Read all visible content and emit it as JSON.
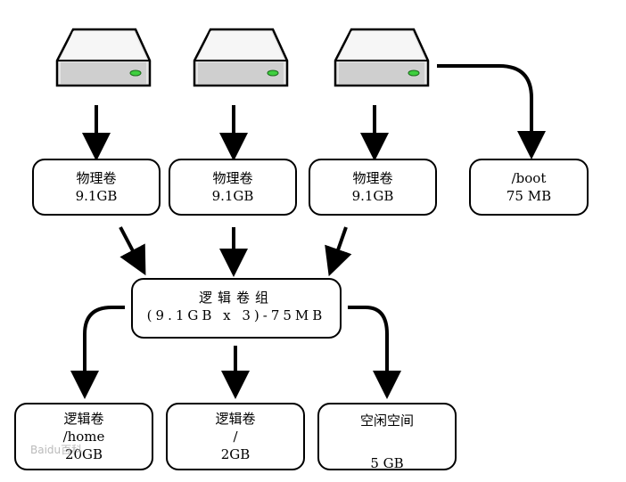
{
  "physical_volumes": [
    {
      "name": "物理卷",
      "size": "9.1GB",
      "icon": "hard-disk-icon"
    },
    {
      "name": "物理卷",
      "size": "9.1GB",
      "icon": "hard-disk-icon"
    },
    {
      "name": "物理卷",
      "size": "9.1GB",
      "icon": "hard-disk-icon"
    }
  ],
  "boot": {
    "mount": "/boot",
    "size": "75 MB"
  },
  "volume_group": {
    "name": "逻辑卷组",
    "size": "(9.1GB x 3)-75MB"
  },
  "logical_volumes": [
    {
      "name": "逻辑卷",
      "mount": "/home",
      "size": "20GB"
    },
    {
      "name": "逻辑卷",
      "mount": "/",
      "size": "2GB"
    }
  ],
  "free_space": {
    "name": "空闲空间",
    "size": "5 GB"
  },
  "watermark": "Baidu百科",
  "colors": {
    "stroke": "#000000",
    "disk_led": "#3ecf3e"
  }
}
